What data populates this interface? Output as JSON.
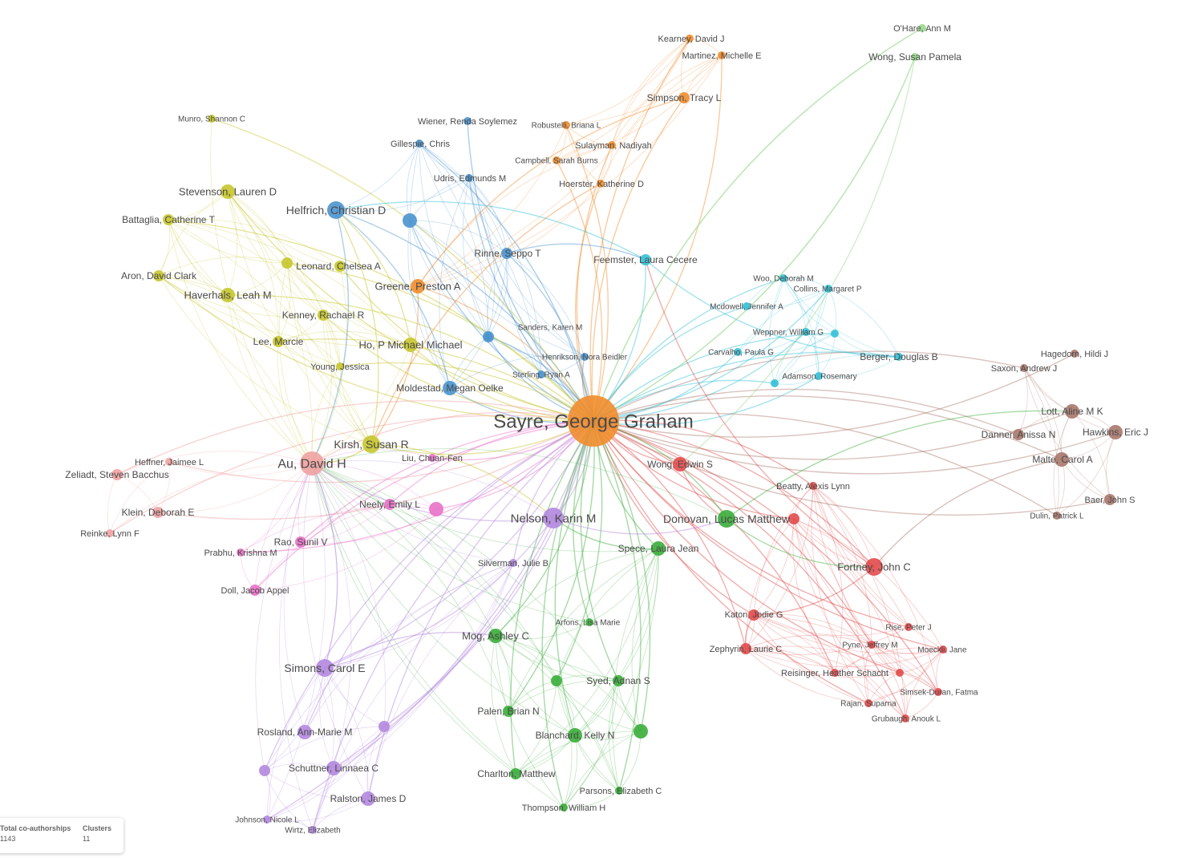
{
  "network": {
    "clusters": {
      "yellow": "#c7c62d",
      "blue": "#4a93cf",
      "orange": "#f08d2e",
      "teal": "#33c0d6",
      "red": "#e24b4b",
      "brown": "#a9786b",
      "green": "#3aad3a",
      "purple": "#b388df",
      "pink": "#e872c8",
      "salmon": "#f0a2a2",
      "lightgreen": "#9ad98e"
    },
    "nodes": [
      {
        "id": "sayre",
        "label": "Sayre, George Graham",
        "cluster": "orange",
        "weight": 10
      },
      {
        "id": "kearney",
        "label": "Kearney, David J",
        "cluster": "orange",
        "weight": 1
      },
      {
        "id": "martinez",
        "label": "Martinez, Michelle E",
        "cluster": "orange",
        "weight": 1
      },
      {
        "id": "simpson",
        "label": "Simpson, Tracy L",
        "cluster": "orange",
        "weight": 2
      },
      {
        "id": "robustelli",
        "label": "Robustelli, Briana L",
        "cluster": "orange",
        "weight": 1
      },
      {
        "id": "sulayman",
        "label": "Sulayman, Nadiyah",
        "cluster": "orange",
        "weight": 1
      },
      {
        "id": "campbell",
        "label": "Campbell, Sarah Burns",
        "cluster": "orange",
        "weight": 1
      },
      {
        "id": "hoerster",
        "label": "Hoerster, Katherine D",
        "cluster": "orange",
        "weight": 1
      },
      {
        "id": "greene",
        "label": "Greene, Preston A",
        "cluster": "orange",
        "weight": 3
      },
      {
        "id": "ohare",
        "label": "O'Hare, Ann M",
        "cluster": "lightgreen",
        "weight": 1
      },
      {
        "id": "wongsp",
        "label": "Wong, Susan Pamela",
        "cluster": "lightgreen",
        "weight": 1
      },
      {
        "id": "wiener",
        "label": "Wiener, Renda Soylemez",
        "cluster": "blue",
        "weight": 1
      },
      {
        "id": "gillespie",
        "label": "Gillespie, Chris",
        "cluster": "blue",
        "weight": 1
      },
      {
        "id": "udris",
        "label": "Udris, Edmunds M",
        "cluster": "blue",
        "weight": 1
      },
      {
        "id": "helfrich",
        "label": "Helfrich, Christian D",
        "cluster": "blue",
        "weight": 4
      },
      {
        "id": "bluehub",
        "label": "",
        "cluster": "blue",
        "weight": 3
      },
      {
        "id": "rinne",
        "label": "Rinne, Seppo T",
        "cluster": "blue",
        "weight": 2
      },
      {
        "id": "sanders",
        "label": "Sanders, Karen M",
        "cluster": "blue",
        "weight": 1
      },
      {
        "id": "bluemid",
        "label": "",
        "cluster": "blue",
        "weight": 2
      },
      {
        "id": "henrikson",
        "label": "Henrikson, Nora Beidler",
        "cluster": "blue",
        "weight": 1
      },
      {
        "id": "sterling",
        "label": "Sterling, Ryan A",
        "cluster": "blue",
        "weight": 1
      },
      {
        "id": "moldestad",
        "label": "Moldestad, Megan Oelke",
        "cluster": "blue",
        "weight": 3
      },
      {
        "id": "munro",
        "label": "Munro, Shannon C",
        "cluster": "yellow",
        "weight": 1
      },
      {
        "id": "stevenson",
        "label": "Stevenson, Lauren D",
        "cluster": "yellow",
        "weight": 3
      },
      {
        "id": "battaglia",
        "label": "Battaglia, Catherine T",
        "cluster": "yellow",
        "weight": 2
      },
      {
        "id": "leonard",
        "label": "Leonard, Chelsea A",
        "cluster": "yellow",
        "weight": 2
      },
      {
        "id": "yelsmall",
        "label": "",
        "cluster": "yellow",
        "weight": 2
      },
      {
        "id": "aron",
        "label": "Aron, David Clark",
        "cluster": "yellow",
        "weight": 2
      },
      {
        "id": "haverhals",
        "label": "Haverhals, Leah M",
        "cluster": "yellow",
        "weight": 3
      },
      {
        "id": "kenney",
        "label": "Kenney, Rachael R",
        "cluster": "yellow",
        "weight": 2
      },
      {
        "id": "lee",
        "label": "Lee, Marcie",
        "cluster": "yellow",
        "weight": 2
      },
      {
        "id": "ho",
        "label": "Ho, P Michael Michael",
        "cluster": "yellow",
        "weight": 3
      },
      {
        "id": "young",
        "label": "Young, Jessica",
        "cluster": "yellow",
        "weight": 1
      },
      {
        "id": "kirsh",
        "label": "Kirsh, Susan R",
        "cluster": "yellow",
        "weight": 4
      },
      {
        "id": "feemster",
        "label": "Feemster, Laura Cecere",
        "cluster": "teal",
        "weight": 2
      },
      {
        "id": "woo",
        "label": "Woo, Deborah M",
        "cluster": "teal",
        "weight": 1
      },
      {
        "id": "collins",
        "label": "Collins, Margaret P",
        "cluster": "teal",
        "weight": 1
      },
      {
        "id": "mcdowell",
        "label": "Mcdowell, Jennifer A",
        "cluster": "teal",
        "weight": 1
      },
      {
        "id": "weppner",
        "label": "Weppner, William G",
        "cluster": "teal",
        "weight": 1
      },
      {
        "id": "tealsmall",
        "label": "",
        "cluster": "teal",
        "weight": 1
      },
      {
        "id": "carvalho",
        "label": "Carvalho, Paula G",
        "cluster": "teal",
        "weight": 1
      },
      {
        "id": "berger",
        "label": "Berger, Douglas B",
        "cluster": "teal",
        "weight": 1
      },
      {
        "id": "adamson",
        "label": "Adamson, Rosemary",
        "cluster": "teal",
        "weight": 1
      },
      {
        "id": "tealdot",
        "label": "",
        "cluster": "teal",
        "weight": 1
      },
      {
        "id": "hagedorn",
        "label": "Hagedorn, Hildi J",
        "cluster": "brown",
        "weight": 1
      },
      {
        "id": "saxon",
        "label": "Saxon, Andrew J",
        "cluster": "brown",
        "weight": 1
      },
      {
        "id": "lott",
        "label": "Lott, Aline M K",
        "cluster": "brown",
        "weight": 3
      },
      {
        "id": "danner",
        "label": "Danner, Anissa N",
        "cluster": "brown",
        "weight": 2
      },
      {
        "id": "hawkins",
        "label": "Hawkins, Eric J",
        "cluster": "brown",
        "weight": 3
      },
      {
        "id": "malte",
        "label": "Malte, Carol A",
        "cluster": "brown",
        "weight": 3
      },
      {
        "id": "baer",
        "label": "Baer, John S",
        "cluster": "brown",
        "weight": 2
      },
      {
        "id": "dulin",
        "label": "Dulin, Patrick L",
        "cluster": "brown",
        "weight": 1
      },
      {
        "id": "wong_edwin",
        "label": "Wong, Edwin S",
        "cluster": "red",
        "weight": 3
      },
      {
        "id": "beatty",
        "label": "Beatty, Alexis Lynn",
        "cluster": "red",
        "weight": 1
      },
      {
        "id": "redsmall",
        "label": "",
        "cluster": "red",
        "weight": 2
      },
      {
        "id": "fortney",
        "label": "Fortney, John C",
        "cluster": "red",
        "weight": 4
      },
      {
        "id": "katon",
        "label": "Katon, Jodie G",
        "cluster": "red",
        "weight": 2
      },
      {
        "id": "zephyrin",
        "label": "Zephyrin, Laurie C",
        "cluster": "red",
        "weight": 2
      },
      {
        "id": "rise",
        "label": "Rise, Peter J",
        "cluster": "red",
        "weight": 1
      },
      {
        "id": "pyne",
        "label": "Pyne, Jeffrey M",
        "cluster": "red",
        "weight": 1
      },
      {
        "id": "moeckli",
        "label": "Moeckli, Jane",
        "cluster": "red",
        "weight": 1
      },
      {
        "id": "reisinger",
        "label": "Reisinger, Heather Schacht",
        "cluster": "red",
        "weight": 1
      },
      {
        "id": "redright",
        "label": "",
        "cluster": "red",
        "weight": 1
      },
      {
        "id": "simsek",
        "label": "Simsek-Duran, Fatma",
        "cluster": "red",
        "weight": 1
      },
      {
        "id": "rajan",
        "label": "Rajan, Suparna",
        "cluster": "red",
        "weight": 1
      },
      {
        "id": "grubaugh",
        "label": "Grubaugh, Anouk L",
        "cluster": "red",
        "weight": 1
      },
      {
        "id": "au",
        "label": "Au, David H",
        "cluster": "salmon",
        "weight": 6
      },
      {
        "id": "heffner",
        "label": "Heffner, Jaimee L",
        "cluster": "salmon",
        "weight": 1
      },
      {
        "id": "zeliadt",
        "label": "Zeliadt, Steven Bacchus",
        "cluster": "salmon",
        "weight": 2
      },
      {
        "id": "klein",
        "label": "Klein, Deborah E",
        "cluster": "salmon",
        "weight": 2
      },
      {
        "id": "reinke",
        "label": "Reinke, Lynn F",
        "cluster": "salmon",
        "weight": 1
      },
      {
        "id": "liu",
        "label": "Liu, Chuan-Fen",
        "cluster": "pink",
        "weight": 1
      },
      {
        "id": "neely",
        "label": "Neely, Emily L",
        "cluster": "pink",
        "weight": 2
      },
      {
        "id": "pinkdot",
        "label": "",
        "cluster": "pink",
        "weight": 3
      },
      {
        "id": "rao",
        "label": "Rao, Sunil V",
        "cluster": "pink",
        "weight": 2
      },
      {
        "id": "prabhu",
        "label": "Prabhu, Krishna M",
        "cluster": "pink",
        "weight": 1
      },
      {
        "id": "doll",
        "label": "Doll, Jacob Appel",
        "cluster": "pink",
        "weight": 2
      },
      {
        "id": "nelson",
        "label": "Nelson, Karin M",
        "cluster": "purple",
        "weight": 5
      },
      {
        "id": "silverman",
        "label": "Silverman, Julie B",
        "cluster": "purple",
        "weight": 1
      },
      {
        "id": "simons",
        "label": "Simons, Carol E",
        "cluster": "purple",
        "weight": 4
      },
      {
        "id": "rosland",
        "label": "Rosland, Ann-Marie M",
        "cluster": "purple",
        "weight": 3
      },
      {
        "id": "purpdot",
        "label": "",
        "cluster": "purple",
        "weight": 2
      },
      {
        "id": "purpleft",
        "label": "",
        "cluster": "purple",
        "weight": 2
      },
      {
        "id": "schuttner",
        "label": "Schuttner, Linnaea C",
        "cluster": "purple",
        "weight": 3
      },
      {
        "id": "ralston",
        "label": "Ralston, James D",
        "cluster": "purple",
        "weight": 3
      },
      {
        "id": "johnson",
        "label": "Johnson, Nicole L",
        "cluster": "purple",
        "weight": 1
      },
      {
        "id": "wirtz",
        "label": "Wirtz, Elizabeth",
        "cluster": "purple",
        "weight": 1
      },
      {
        "id": "donovan",
        "label": "Donovan, Lucas Matthew",
        "cluster": "green",
        "weight": 4
      },
      {
        "id": "spece",
        "label": "Spece, Laura Jean",
        "cluster": "green",
        "weight": 3
      },
      {
        "id": "mog",
        "label": "Mog, Ashley C",
        "cluster": "green",
        "weight": 3
      },
      {
        "id": "arfons",
        "label": "Arfons, Lisa Marie",
        "cluster": "green",
        "weight": 1
      },
      {
        "id": "greendot",
        "label": "",
        "cluster": "green",
        "weight": 2
      },
      {
        "id": "syed",
        "label": "Syed, Adnan S",
        "cluster": "green",
        "weight": 2
      },
      {
        "id": "palen",
        "label": "Palen, Brian N",
        "cluster": "green",
        "weight": 2
      },
      {
        "id": "blanchard",
        "label": "Blanchard, Kelly N",
        "cluster": "green",
        "weight": 3
      },
      {
        "id": "greenright",
        "label": "",
        "cluster": "green",
        "weight": 3
      },
      {
        "id": "charlton",
        "label": "Charlton, Matthew",
        "cluster": "green",
        "weight": 2
      },
      {
        "id": "parsons",
        "label": "Parsons, Elizabeth C",
        "cluster": "green",
        "weight": 1
      },
      {
        "id": "thompson",
        "label": "Thompson, William H",
        "cluster": "green",
        "weight": 1
      }
    ]
  },
  "legend": {
    "total_label": "Total co-authorships",
    "total_value": "1143",
    "clusters_label": "Clusters",
    "clusters_value": "11"
  }
}
